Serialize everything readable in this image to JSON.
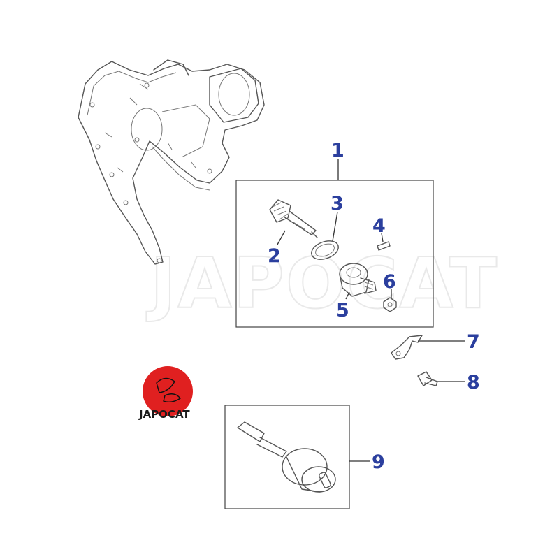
{
  "watermark": {
    "text": "JAPOCAT"
  },
  "logo": {
    "text": "JAPOCAT",
    "color": "#e02020"
  },
  "callouts": {
    "c1": "1",
    "c2": "2",
    "c3": "3",
    "c4": "4",
    "c5": "5",
    "c6": "6",
    "c7": "7",
    "c8": "8",
    "c9": "9"
  },
  "colors": {
    "callout": "#2b3f9e",
    "line": "#555555"
  }
}
